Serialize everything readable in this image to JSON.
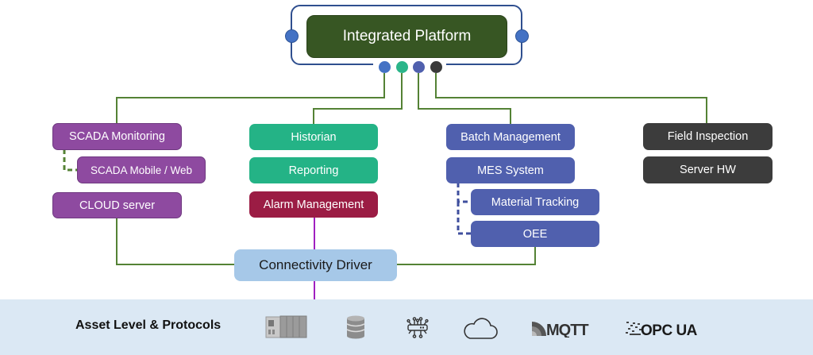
{
  "platform": {
    "title": "Integrated Platform",
    "colors": {
      "frame": "#2f4f8f",
      "fill": "#375623",
      "port": "#4472c4"
    }
  },
  "connector_dots": [
    {
      "name": "dot-scada",
      "color": "#4472c4"
    },
    {
      "name": "dot-historian",
      "color": "#2bb58a"
    },
    {
      "name": "dot-mes",
      "color": "#5060ae"
    },
    {
      "name": "dot-field",
      "color": "#3a3a3a"
    }
  ],
  "groups": {
    "scada": {
      "color": "#8e4aa0",
      "items": [
        "SCADA Monitoring",
        "SCADA Mobile / Web",
        "CLOUD server"
      ]
    },
    "historian": {
      "color": "#24b386",
      "items": [
        "Historian",
        "Reporting"
      ],
      "alarm": {
        "label": "Alarm Management",
        "color": "#9b1c44"
      }
    },
    "mes": {
      "color": "#5060ae",
      "items": [
        "Batch Management",
        "MES System",
        "Material Tracking",
        "OEE"
      ]
    },
    "field": {
      "color": "#3c3c3c",
      "items": [
        "Field Inspection",
        "Server HW"
      ]
    }
  },
  "connectivity": {
    "label": "Connectivity Driver",
    "color": "#a6c8e8"
  },
  "wire_colors": {
    "green": "#548235",
    "magenta": "#a020c0"
  },
  "asset_band": {
    "label": "Asset Level & Protocols",
    "icons": [
      {
        "name": "plc-icon",
        "label": "PLC"
      },
      {
        "name": "database-icon",
        "label": "Database"
      },
      {
        "name": "network-device-icon",
        "label": "Network Device"
      },
      {
        "name": "cloud-icon",
        "label": "Cloud"
      },
      {
        "name": "mqtt-logo",
        "label": "MQTT"
      },
      {
        "name": "opc-ua-logo",
        "label": "OPC UA"
      }
    ]
  }
}
